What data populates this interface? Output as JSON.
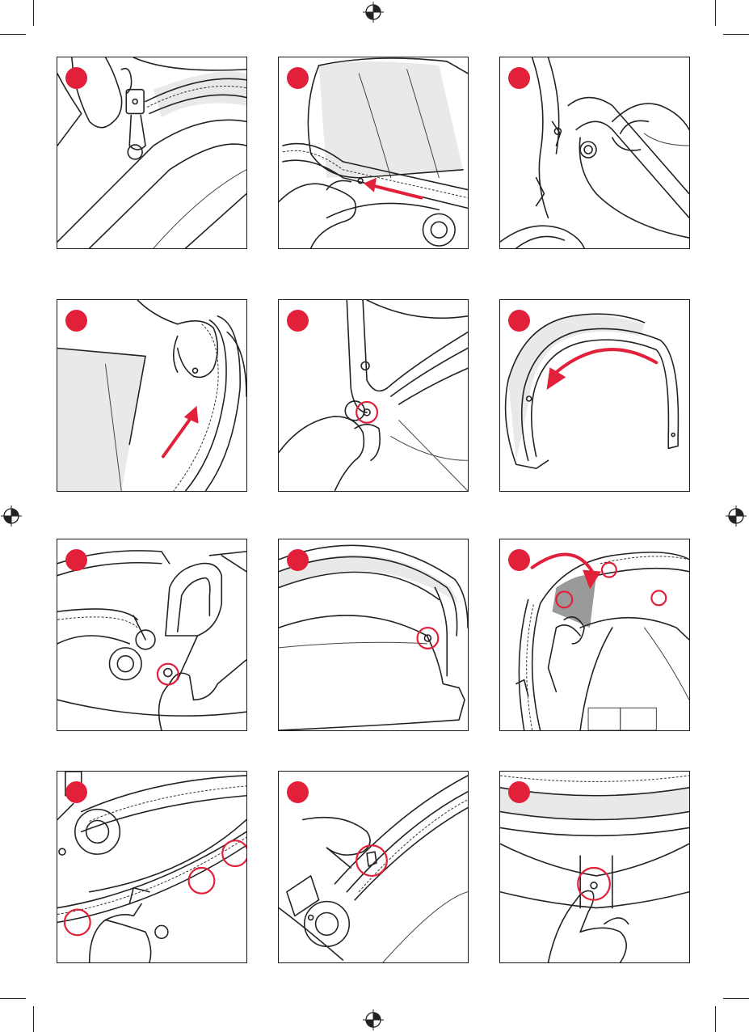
{
  "document": {
    "type": "instruction-illustration-sheet",
    "colors": {
      "accent": "#e2203a",
      "line": "#222222",
      "background": "#ffffff"
    }
  },
  "panels": [
    {
      "row": 1,
      "col": 1,
      "step_icon": "hand-pulling-clip-icon",
      "markers": [
        "step-dot"
      ]
    },
    {
      "row": 1,
      "col": 2,
      "step_icon": "hand-sliding-hood-icon",
      "markers": [
        "step-dot",
        "red-arrow"
      ]
    },
    {
      "row": 1,
      "col": 3,
      "step_icon": "hand-lifting-frame-icon",
      "markers": [
        "step-dot"
      ]
    },
    {
      "row": 2,
      "col": 1,
      "step_icon": "hand-unzipping-icon",
      "markers": [
        "step-dot",
        "red-arrow"
      ]
    },
    {
      "row": 2,
      "col": 2,
      "step_icon": "hand-pressing-button-icon",
      "markers": [
        "step-dot",
        "red-circle"
      ]
    },
    {
      "row": 2,
      "col": 3,
      "step_icon": "hood-arc-rotate-icon",
      "markers": [
        "step-dot",
        "red-curved-arrow"
      ]
    },
    {
      "row": 3,
      "col": 1,
      "step_icon": "hand-pressing-hinge-button-icon",
      "markers": [
        "step-dot",
        "red-circle"
      ]
    },
    {
      "row": 3,
      "col": 2,
      "step_icon": "canopy-snap-icon",
      "markers": [
        "step-dot",
        "red-circle"
      ]
    },
    {
      "row": 3,
      "col": 3,
      "step_icon": "fabric-fold-over-icon",
      "markers": [
        "step-dot",
        "red-curved-arrow",
        "red-circle",
        "red-circle",
        "red-circle"
      ]
    },
    {
      "row": 4,
      "col": 1,
      "step_icon": "frame-snaps-icon",
      "markers": [
        "step-dot",
        "red-circle",
        "red-circle",
        "red-circle"
      ]
    },
    {
      "row": 4,
      "col": 2,
      "step_icon": "hand-clipping-frame-icon",
      "markers": [
        "step-dot",
        "red-circle"
      ]
    },
    {
      "row": 4,
      "col": 3,
      "step_icon": "finger-pressing-snap-icon",
      "markers": [
        "step-dot",
        "red-circle"
      ]
    }
  ]
}
